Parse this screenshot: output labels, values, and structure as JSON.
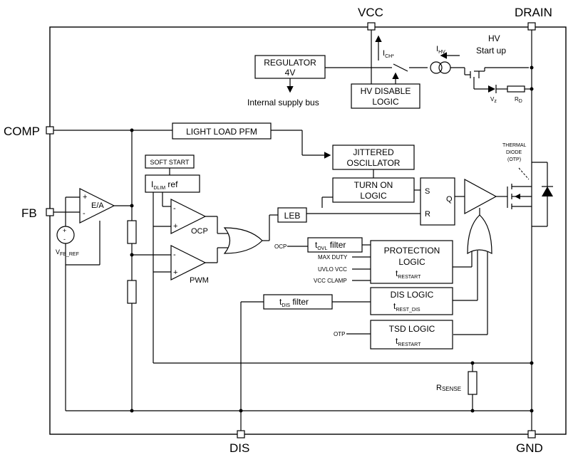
{
  "pins": {
    "vcc": "VCC",
    "drain": "DRAIN",
    "comp": "COMP",
    "fb": "FB",
    "dis": "DIS",
    "gnd": "GND"
  },
  "blocks": {
    "regulator_line1": "REGULATOR",
    "regulator_line2": "4V",
    "internal_supply": "Internal supply bus",
    "hv_disable_line1": "HV DISABLE",
    "hv_disable_line2": "LOGIC",
    "hv_startup_line1": "HV",
    "hv_startup_line2": "Start up",
    "light_load": "LIGHT LOAD PFM",
    "jittered_line1": "JITTERED",
    "jittered_line2": "OSCILLATOR",
    "soft_start": "SOFT START",
    "idlim_main": "I",
    "idlim_sub": "DLIM",
    "idlim_tail": " ref",
    "turn_on_line1": "TURN ON",
    "turn_on_line2": "LOGIC",
    "latch_s": "S",
    "latch_r": "R",
    "latch_q": "Q",
    "leb": "LEB",
    "ea": "E/A",
    "ocp": "OCP",
    "pwm": "PWM",
    "plus": "+",
    "minus": "-",
    "vfbref_main": "V",
    "vfbref_sub": "FB_REF",
    "tovl_main": "t",
    "tovl_sub": "OVL",
    "tovl_tail": " filter",
    "protection_line1": "PROTECTION",
    "protection_line2": "LOGIC",
    "trestart_main": "t",
    "trestart_sub": "RESTART",
    "dis_logic": "DIS LOGIC",
    "trest_dis_sub": "REST_DIS",
    "tdis_sub": "DIS",
    "tdis_tail": " filter",
    "tsd_logic": "TSD LOGIC",
    "ocp_in": "OCP",
    "max_duty": "MAX DUTY",
    "uvlo_vcc": "UVLO VCC",
    "vcc_clamp": "VCC CLAMP",
    "otp_in": "OTP",
    "thermal_line1": "THERMAL",
    "thermal_line2": "DIODE",
    "thermal_line3": "(OTP)",
    "ich_main": "I",
    "ich_sub": "CH*",
    "ihv_main": "I",
    "ihv_sub": "HV",
    "vz_main": "V",
    "vz_sub": "z",
    "rd_main": "R",
    "rd_sub": "D",
    "rsense_main": "R",
    "rsense_sub": "SENSE"
  },
  "colors": {
    "line": "#000000",
    "background": "#ffffff"
  }
}
